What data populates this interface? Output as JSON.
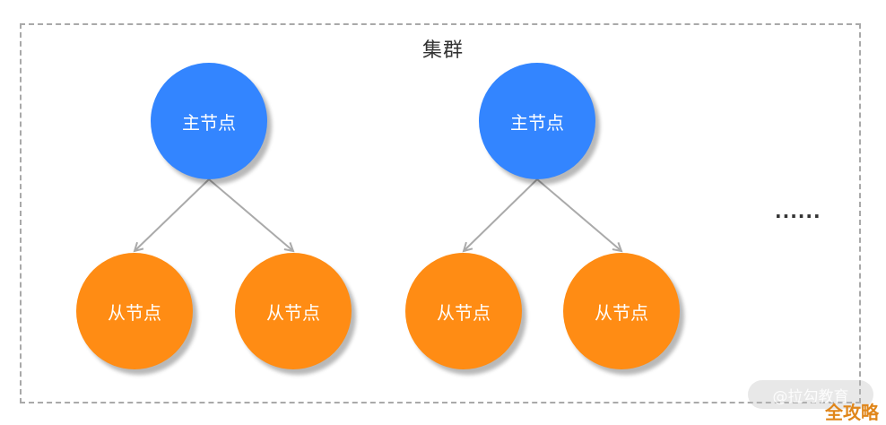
{
  "diagram": {
    "cluster_label": "集群",
    "master_label": "主节点",
    "slave_label": "从节点",
    "ellipsis": "......",
    "colors": {
      "master": "#3385ff",
      "slave": "#ff8c14",
      "arrow": "#aaaaaa",
      "border": "#a9a9a9"
    }
  },
  "watermark": {
    "text": "@拉勾教育",
    "badge": "全攻略"
  }
}
